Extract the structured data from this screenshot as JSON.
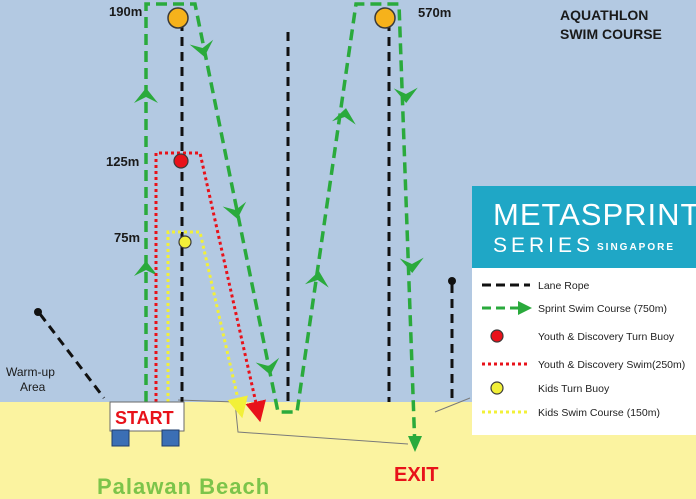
{
  "title": {
    "line1": "AQUATHLON",
    "line2": "SWIM COURSE"
  },
  "distances": {
    "d190": "190m",
    "d570": "570m",
    "d125": "125m",
    "d75": "75m"
  },
  "warmup": {
    "line1": "Warm-up",
    "line2": "Area"
  },
  "start_label": "START",
  "exit_label": "EXIT",
  "beach_label": "Palawan Beach",
  "brand": {
    "line1": "METASPRINT",
    "line2": "SERIES",
    "line3": "SINGAPORE"
  },
  "legend": [
    {
      "label": "Lane Rope",
      "symbol": "black-dash"
    },
    {
      "label": "Sprint Swim Course (750m)",
      "symbol": "green-dash-arrow"
    },
    {
      "label": "Youth & Discovery Turn Buoy",
      "symbol": "red-buoy"
    },
    {
      "label": "Youth & Discovery Swim(250m)",
      "symbol": "red-dots"
    },
    {
      "label": "Kids Turn Buoy",
      "symbol": "yellow-buoy"
    },
    {
      "label": "Kids Swim Course (150m)",
      "symbol": "yellow-dots"
    }
  ],
  "colors": {
    "water": "#b3c9e2",
    "sand": "#fbf3a0",
    "sprint_green": "#2aaa3c",
    "youth_red": "#e8121a",
    "kids_yellow": "#f2f038",
    "buoy_orange": "#f6b21b",
    "brand_teal": "#1fa7c6",
    "start_box": "#3b6fb5"
  }
}
